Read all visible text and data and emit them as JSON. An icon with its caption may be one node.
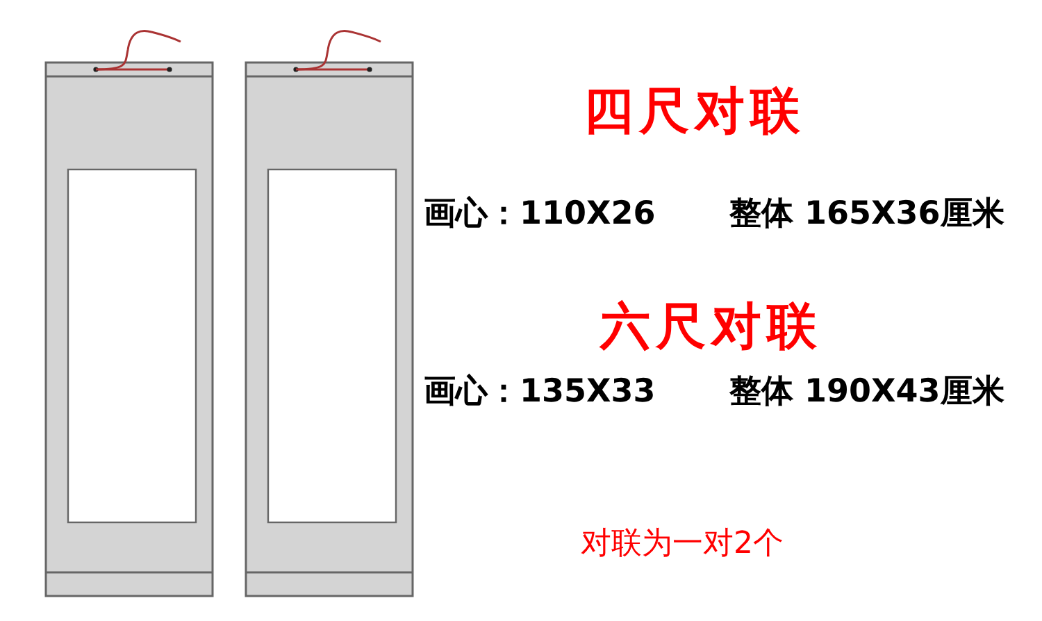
{
  "diagram": {
    "labels": [
      "四尺对联",
      "画心：110X26",
      "整体 165X36厘米",
      "六尺对联",
      "画心：135X33",
      "整体 190X43厘米",
      "对联为一对2个"
    ]
  }
}
